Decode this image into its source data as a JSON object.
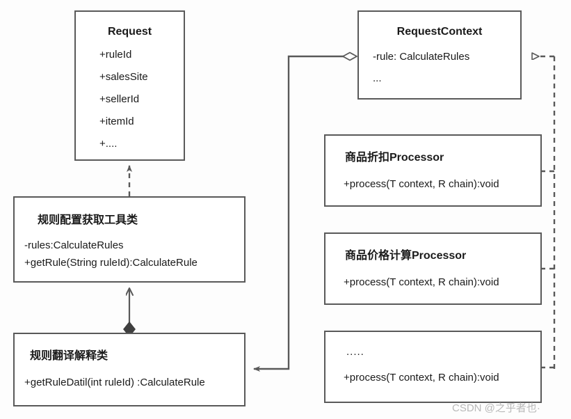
{
  "diagram": {
    "title": "UML class diagram",
    "background_color": "#fdfdfd",
    "border_color": "#595959",
    "text_color": "#1a1a1a"
  },
  "boxes": {
    "request": {
      "title": "Request",
      "members": [
        "+ruleId",
        "+salesSite",
        "+sellerId",
        "+itemId",
        "+...."
      ]
    },
    "request_context": {
      "title": "RequestContext",
      "members": [
        "-rule: CalculateRules",
        "..."
      ]
    },
    "rule_config": {
      "title": "规则配置获取工具类",
      "members": [
        "-rules:CalculateRules",
        "+getRule(String ruleId):CalculateRule"
      ]
    },
    "rule_translate": {
      "title": "规则翻译解释类",
      "members": [
        "+getRuleDatil(int ruleId) :CalculateRule"
      ]
    },
    "processor_discount": {
      "title": "商品折扣Processor",
      "members": [
        "+process(T context, R chain):void"
      ]
    },
    "processor_price": {
      "title": "商品价格计算Processor",
      "members": [
        "+process(T context, R chain):void"
      ]
    },
    "processor_more": {
      "title": ".....",
      "members": [
        "+process(T context, R chain):void"
      ]
    }
  },
  "connectors": [
    {
      "name": "rule-config-to-request",
      "style": "dashed",
      "arrow": "filled-arrow",
      "from": "rule_config",
      "to": "request"
    },
    {
      "name": "rule-translate-to-rule-config",
      "style": "solid",
      "arrow": "open-arrow",
      "end_marker": "filled-diamond",
      "from": "rule_translate",
      "to": "rule_config"
    },
    {
      "name": "request-context-to-rule-translate",
      "style": "solid",
      "arrow": "filled-arrow",
      "end_marker": "hollow-diamond",
      "from": "request_context",
      "to": "rule_translate"
    },
    {
      "name": "processors-to-request-context",
      "style": "dashed",
      "arrow": "hollow-arrow",
      "from": "processors",
      "to": "request_context"
    }
  ],
  "watermark": {
    "text": "CSDN @之乎者也·",
    "color": "#b9b9b9"
  }
}
